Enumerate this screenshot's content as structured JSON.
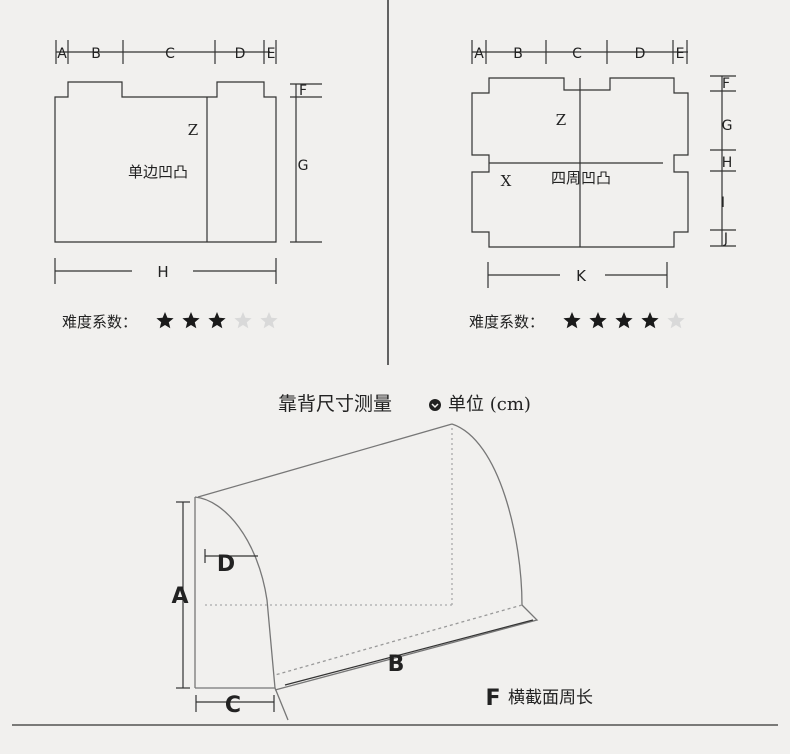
{
  "left_panel": {
    "top_dims": [
      "A",
      "B",
      "C",
      "D",
      "E"
    ],
    "right_dims": [
      "F",
      "G"
    ],
    "bottom_dim": "H",
    "zone_label": "Z",
    "type_label": "单边凹凸",
    "difficulty_label": "难度系数：",
    "difficulty": {
      "filled": 3,
      "total": 5
    }
  },
  "right_panel": {
    "top_dims": [
      "A",
      "B",
      "C",
      "D",
      "E"
    ],
    "right_dims": [
      "F",
      "G",
      "H",
      "I",
      "J"
    ],
    "bottom_dim": "K",
    "zone_label": "Z",
    "side_label": "X",
    "type_label": "四周凹凸",
    "difficulty_label": "难度系数：",
    "difficulty": {
      "filled": 4,
      "total": 5
    }
  },
  "bottom": {
    "title_main": "靠背尺寸测量",
    "title_unit": "单位 (cm)",
    "labels": {
      "a": "A",
      "b": "B",
      "c": "C",
      "d": "D",
      "f": "F"
    },
    "f_caption": "横截面周长"
  }
}
